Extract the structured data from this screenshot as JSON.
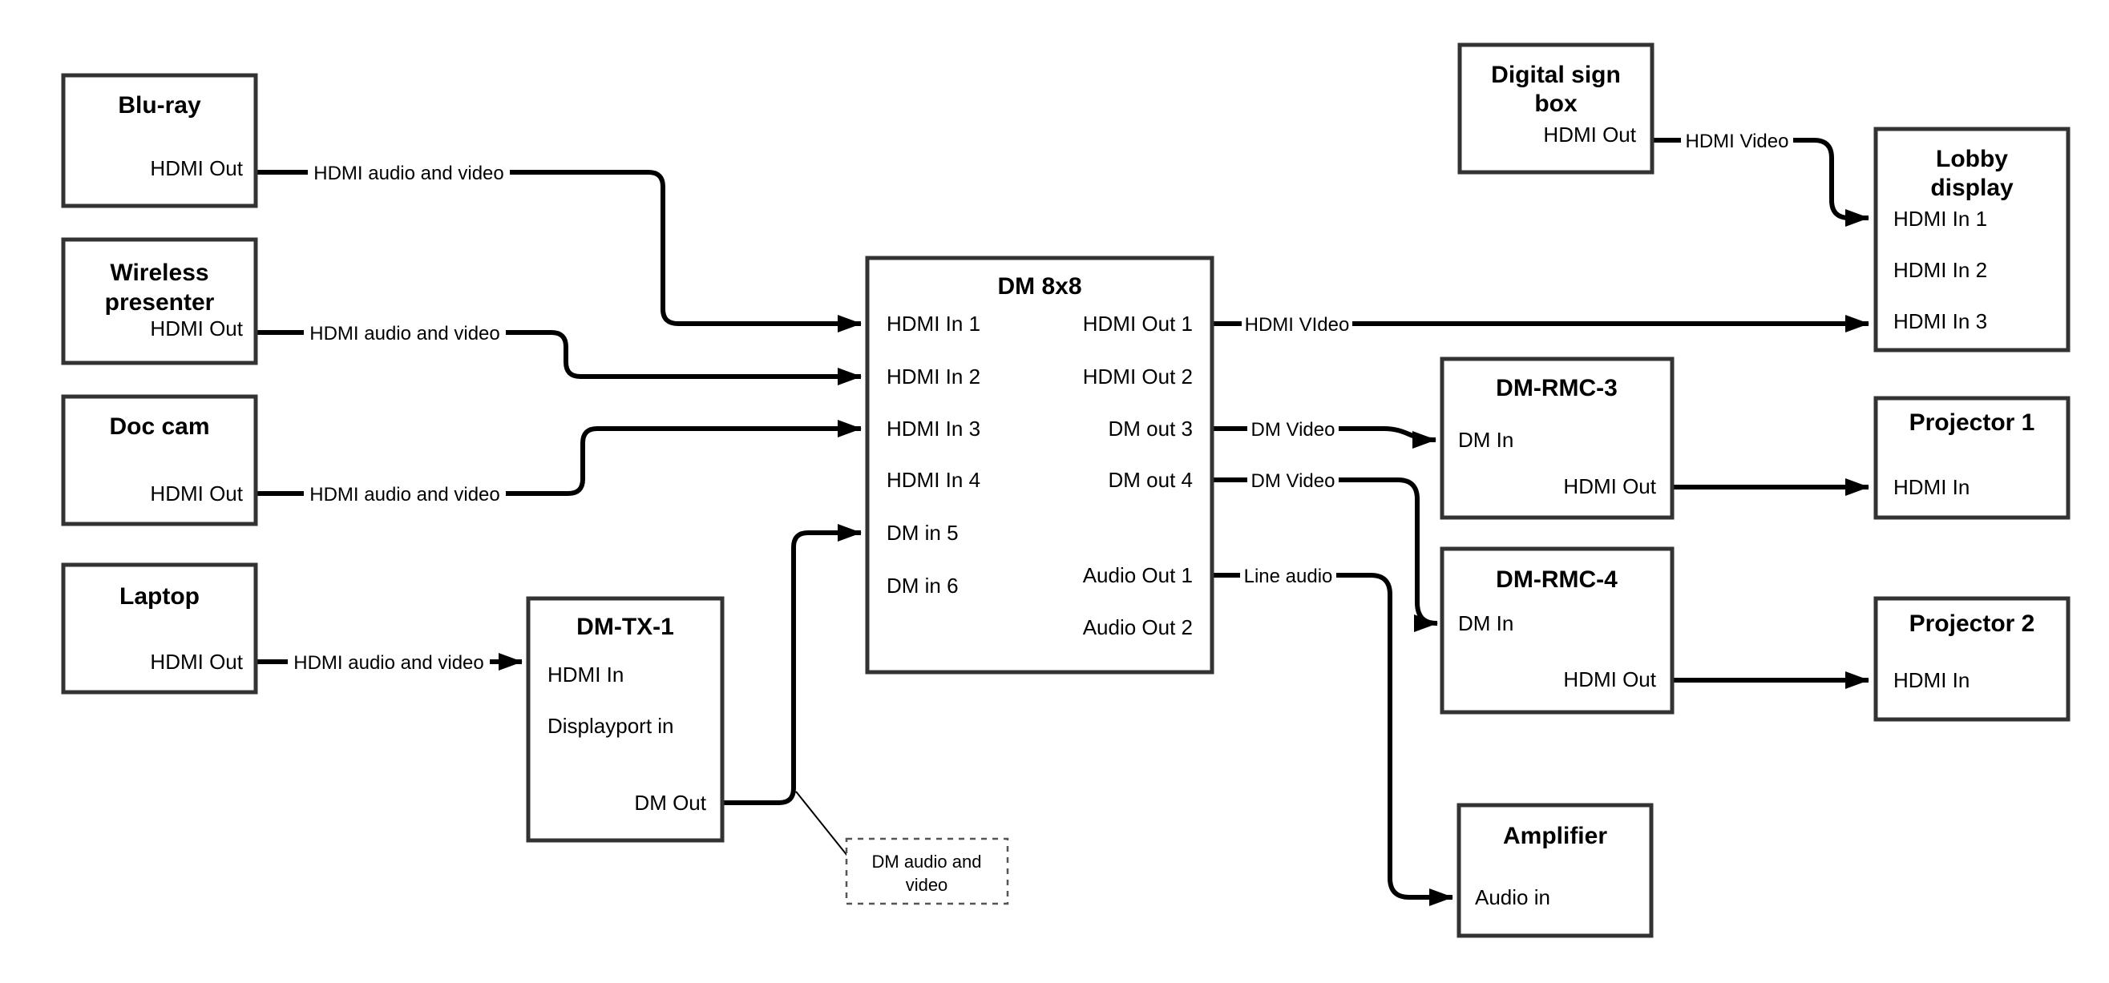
{
  "canvas": {
    "background": "#ffffff",
    "wire_color": "#000000",
    "box_border_color": "#333333",
    "text_color": "#000000"
  },
  "nodes": {
    "blu_ray": {
      "title": "Blu-ray",
      "ports": {
        "out": "HDMI Out"
      }
    },
    "wireless_presenter": {
      "title_lines": [
        "Wireless",
        "presenter"
      ],
      "ports": {
        "out": "HDMI Out"
      }
    },
    "doc_cam": {
      "title": "Doc cam",
      "ports": {
        "out": "HDMI Out"
      }
    },
    "laptop": {
      "title": "Laptop",
      "ports": {
        "out": "HDMI Out"
      }
    },
    "dm_tx_1": {
      "title": "DM-TX-1",
      "ports": {
        "hdmi_in": "HDMI In",
        "displayport_in": "Displayport in",
        "dm_out": "DM Out"
      }
    },
    "dm_8x8": {
      "title": "DM 8x8",
      "inputs": [
        "HDMI In 1",
        "HDMI In 2",
        "HDMI In 3",
        "HDMI In 4",
        "DM in 5",
        "DM in 6"
      ],
      "outputs": [
        "HDMI Out 1",
        "HDMI Out 2",
        "DM out 3",
        "DM out 4",
        "Audio Out 1",
        "Audio Out 2"
      ]
    },
    "digital_sign_box": {
      "title_lines": [
        "Digital sign",
        "box"
      ],
      "ports": {
        "out": "HDMI Out"
      }
    },
    "lobby_display": {
      "title_lines": [
        "Lobby",
        "display"
      ],
      "inputs": [
        "HDMI In 1",
        "HDMI In 2",
        "HDMI In 3"
      ]
    },
    "dm_rmc_3": {
      "title": "DM-RMC-3",
      "ports": {
        "dm_in": "DM In",
        "hdmi_out": "HDMI Out"
      }
    },
    "projector_1": {
      "title": "Projector 1",
      "ports": {
        "hdmi_in": "HDMI In"
      }
    },
    "dm_rmc_4": {
      "title": "DM-RMC-4",
      "ports": {
        "dm_in": "DM In",
        "hdmi_out": "HDMI Out"
      }
    },
    "projector_2": {
      "title": "Projector 2",
      "ports": {
        "hdmi_in": "HDMI In"
      }
    },
    "amplifier": {
      "title": "Amplifier",
      "ports": {
        "audio_in": "Audio in"
      }
    }
  },
  "edge_labels": {
    "hdmi_audio_video": "HDMI audio and video",
    "hdmi_video_caps": "HDMI VIdeo",
    "dm_video": "DM Video",
    "line_audio": "Line audio",
    "hdmi_video": "HDMI Video"
  },
  "note": {
    "lines": [
      "DM audio and",
      "video"
    ]
  }
}
